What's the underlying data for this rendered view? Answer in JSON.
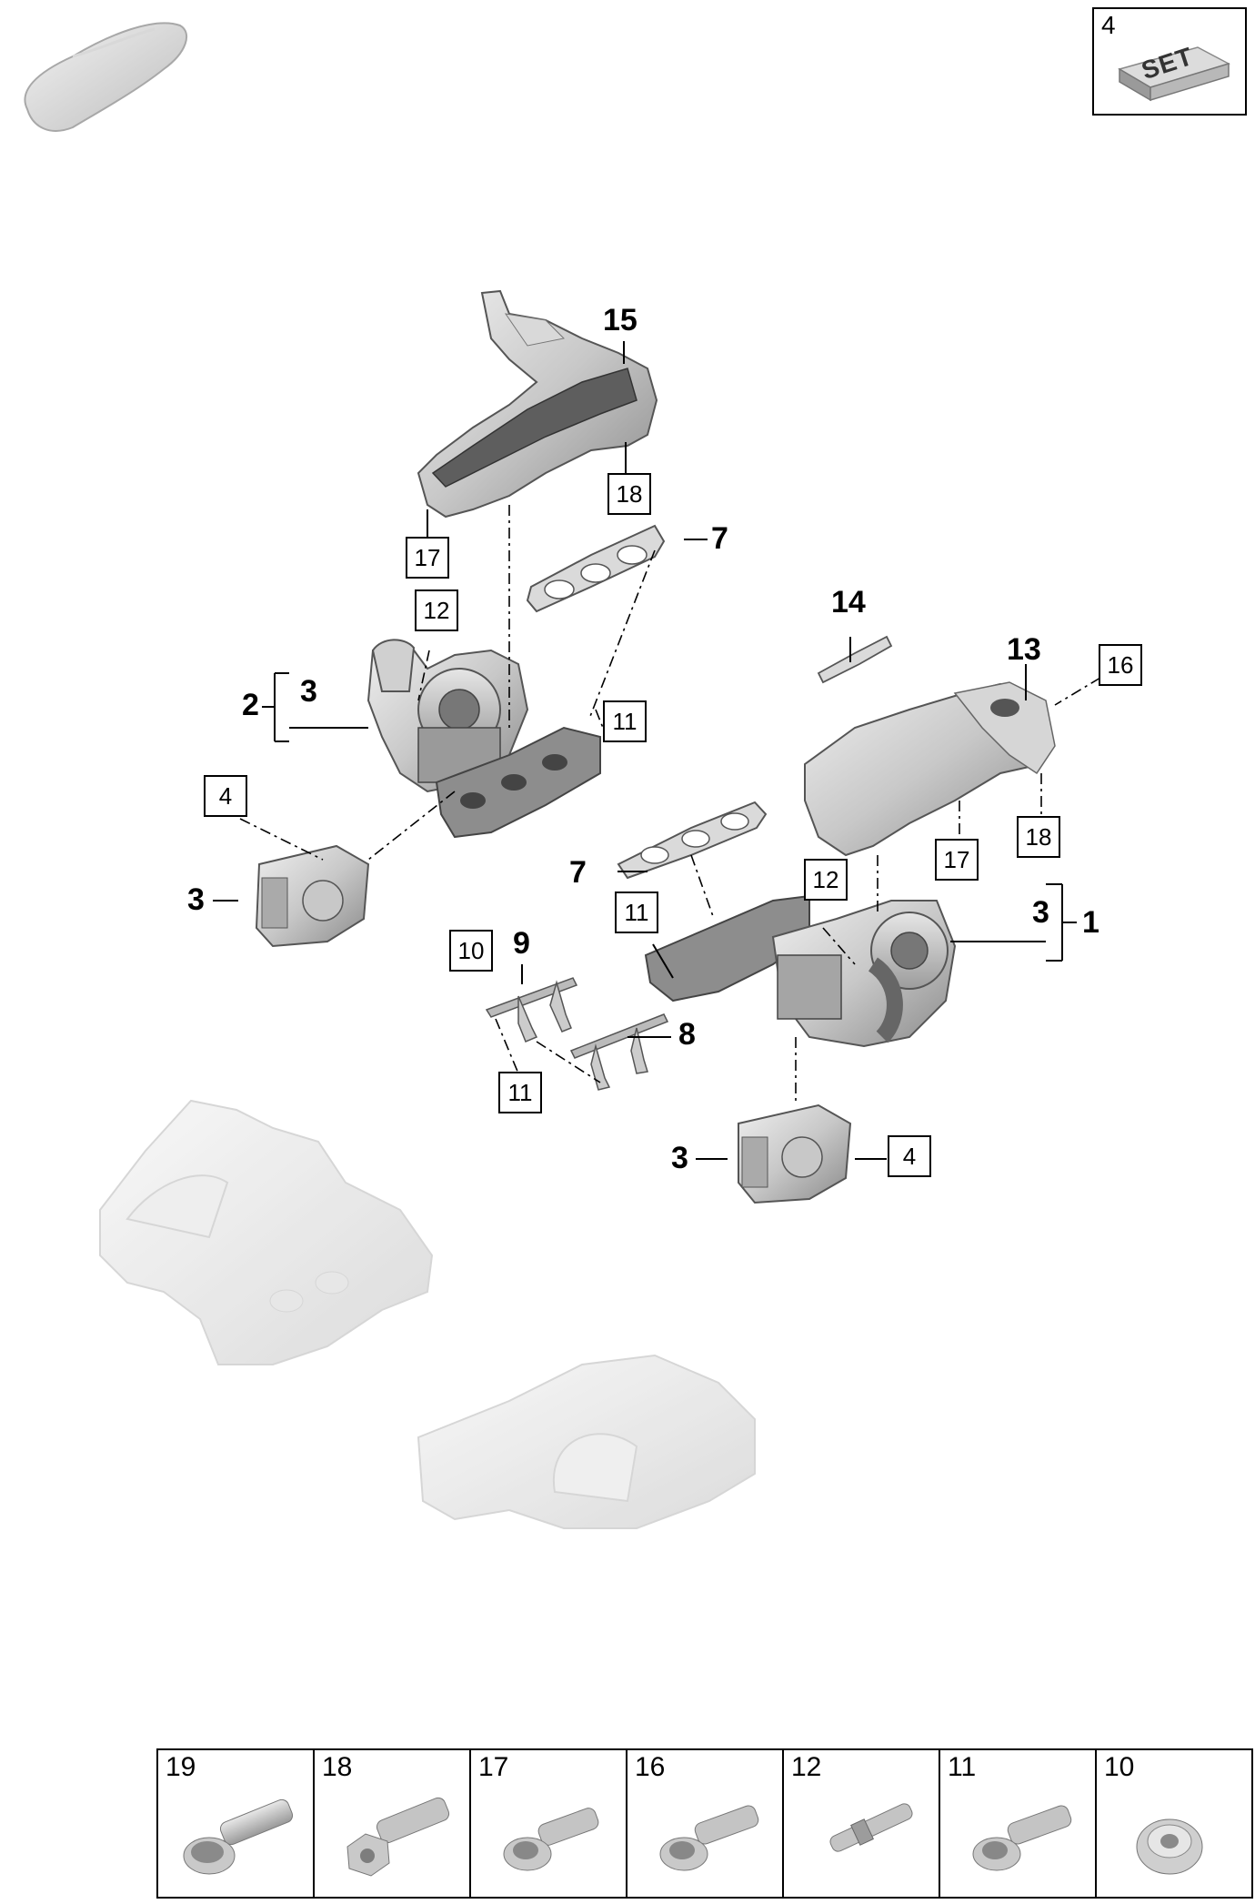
{
  "set_badge": {
    "number": "4",
    "text": "SET"
  },
  "callouts": {
    "c15": "15",
    "c7a": "7",
    "c2": "2",
    "c3a": "3",
    "c3b": "3",
    "c14": "14",
    "c13": "13",
    "c7b": "7",
    "c9": "9",
    "c8": "8",
    "c3c": "3",
    "c1": "1",
    "c3d": "3"
  },
  "boxes": {
    "b18a": "18",
    "b17a": "17",
    "b12a": "12",
    "b11a": "11",
    "b4a": "4",
    "b16": "16",
    "b18b": "18",
    "b17b": "17",
    "b12b": "12",
    "b11b": "11",
    "b10": "10",
    "b11c": "11",
    "b4b": "4"
  },
  "fasteners": [
    {
      "num": "19",
      "icon": "torx-bolt-icon"
    },
    {
      "num": "18",
      "icon": "hex-bolt-icon"
    },
    {
      "num": "17",
      "icon": "torx-bolt-icon"
    },
    {
      "num": "16",
      "icon": "torx-bolt-icon"
    },
    {
      "num": "12",
      "icon": "stud-icon"
    },
    {
      "num": "11",
      "icon": "torx-bolt-icon"
    },
    {
      "num": "10",
      "icon": "torx-nut-icon"
    }
  ]
}
